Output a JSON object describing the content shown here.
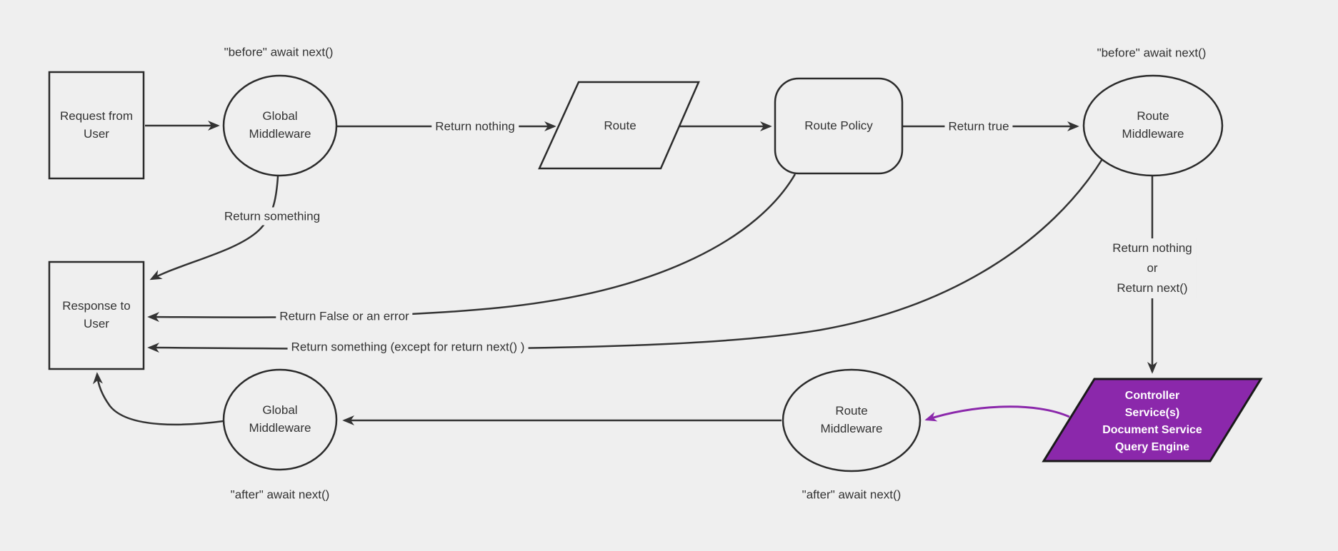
{
  "diagram": {
    "type": "flowchart",
    "description": "Request lifecycle middleware flow"
  },
  "colors": {
    "background": "#efefef",
    "node_fill": "#efefef",
    "node_stroke": "#2b2b2b",
    "edge_stroke": "#333333",
    "text": "#333333",
    "accent_purple": "#8b28ab",
    "accent_purple_stroke": "#1a1a1a",
    "accent_text": "#ffffff"
  },
  "nodes": {
    "request": "Request from\nUser",
    "global_middleware": "Global\nMiddleware",
    "route": "Route",
    "route_policy": "Route Policy",
    "route_middleware": "Route\nMiddleware",
    "controller": "Controller\nService(s)\nDocument Service\nQuery Engine",
    "response": "Response to\nUser"
  },
  "edge_labels": {
    "before_await": "\"before\" await next()",
    "after_await": "\"after\" await next()",
    "return_nothing": "Return nothing",
    "return_true": "Return true",
    "return_something": "Return something",
    "return_false": "Return False or an error",
    "return_something_except": "Return something (except for return next() )",
    "return_nothing_or_next": "Return nothing\nor\nReturn next()"
  }
}
